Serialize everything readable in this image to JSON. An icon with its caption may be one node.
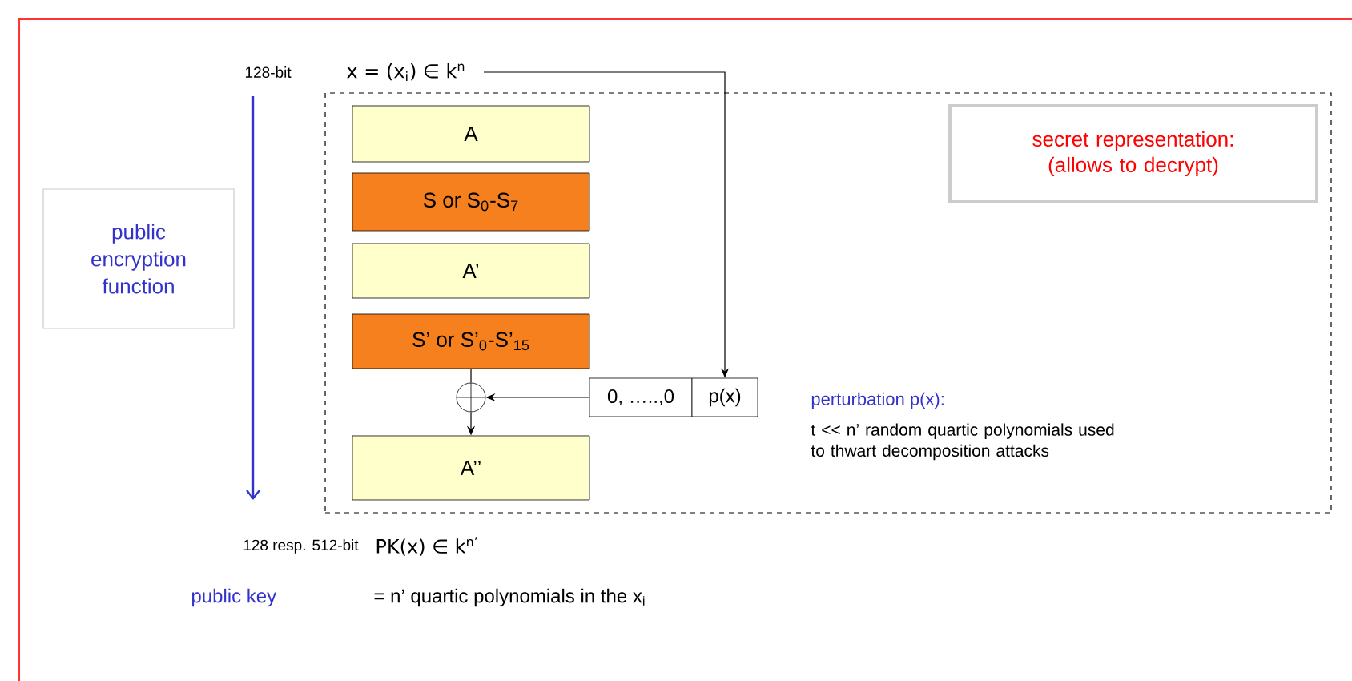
{
  "diagram": {
    "nodes": [
      {
        "text": [
          "x = (x$_{i}$) ∈ k$^{n}$"
        ]
      },
      {
        "text": [],
        "shape": "box"
      },
      {
        "text": [
          "A"
        ],
        "in": 1
      },
      {
        "text": [
          "S or S$_{0}$-S$_{7}$"
        ],
        "in": 1
      },
      {
        "text": [
          "A’"
        ],
        "in": 1
      },
      {
        "text": [
          "S’ or S’$_{0}$-S’$_{15}$"
        ],
        "in": 1
      },
      {
        "text": [],
        "shape": "circle",
        "in": 1
      },
      {
        "text": [
          "0, …..,0"
        ],
        "in": 1
      },
      {
        "text": [
          "p(x)"
        ],
        "in": 1
      },
      {
        "text": [
          "A’’"
        ],
        "in": 1
      },
      {
        "text": [
          "secret representation: (allows to decrypt)"
        ],
        "in": 1
      },
      {
        "text": [
          "public encryption function"
        ]
      }
    ],
    "edges": [
      {
        "from": 0,
        "to": 8,
        "arrow": "to"
      },
      {
        "from": 5,
        "to": 6,
        "arrow": "none"
      },
      {
        "from": 7,
        "to": 6,
        "arrow": "to"
      },
      {
        "from": 6,
        "to": 9,
        "arrow": "to"
      }
    ],
    "labels": [
      "128-bit",
      "perturbation p(x):",
      "t << n’ random quartic polynomials used to thwart decomposition attacks",
      "128 resp. 512-bit",
      "PK(x) ∈ k$^{n’}$",
      "public key",
      "= n’ quartic polynomials in the x$_{i}$"
    ]
  }
}
